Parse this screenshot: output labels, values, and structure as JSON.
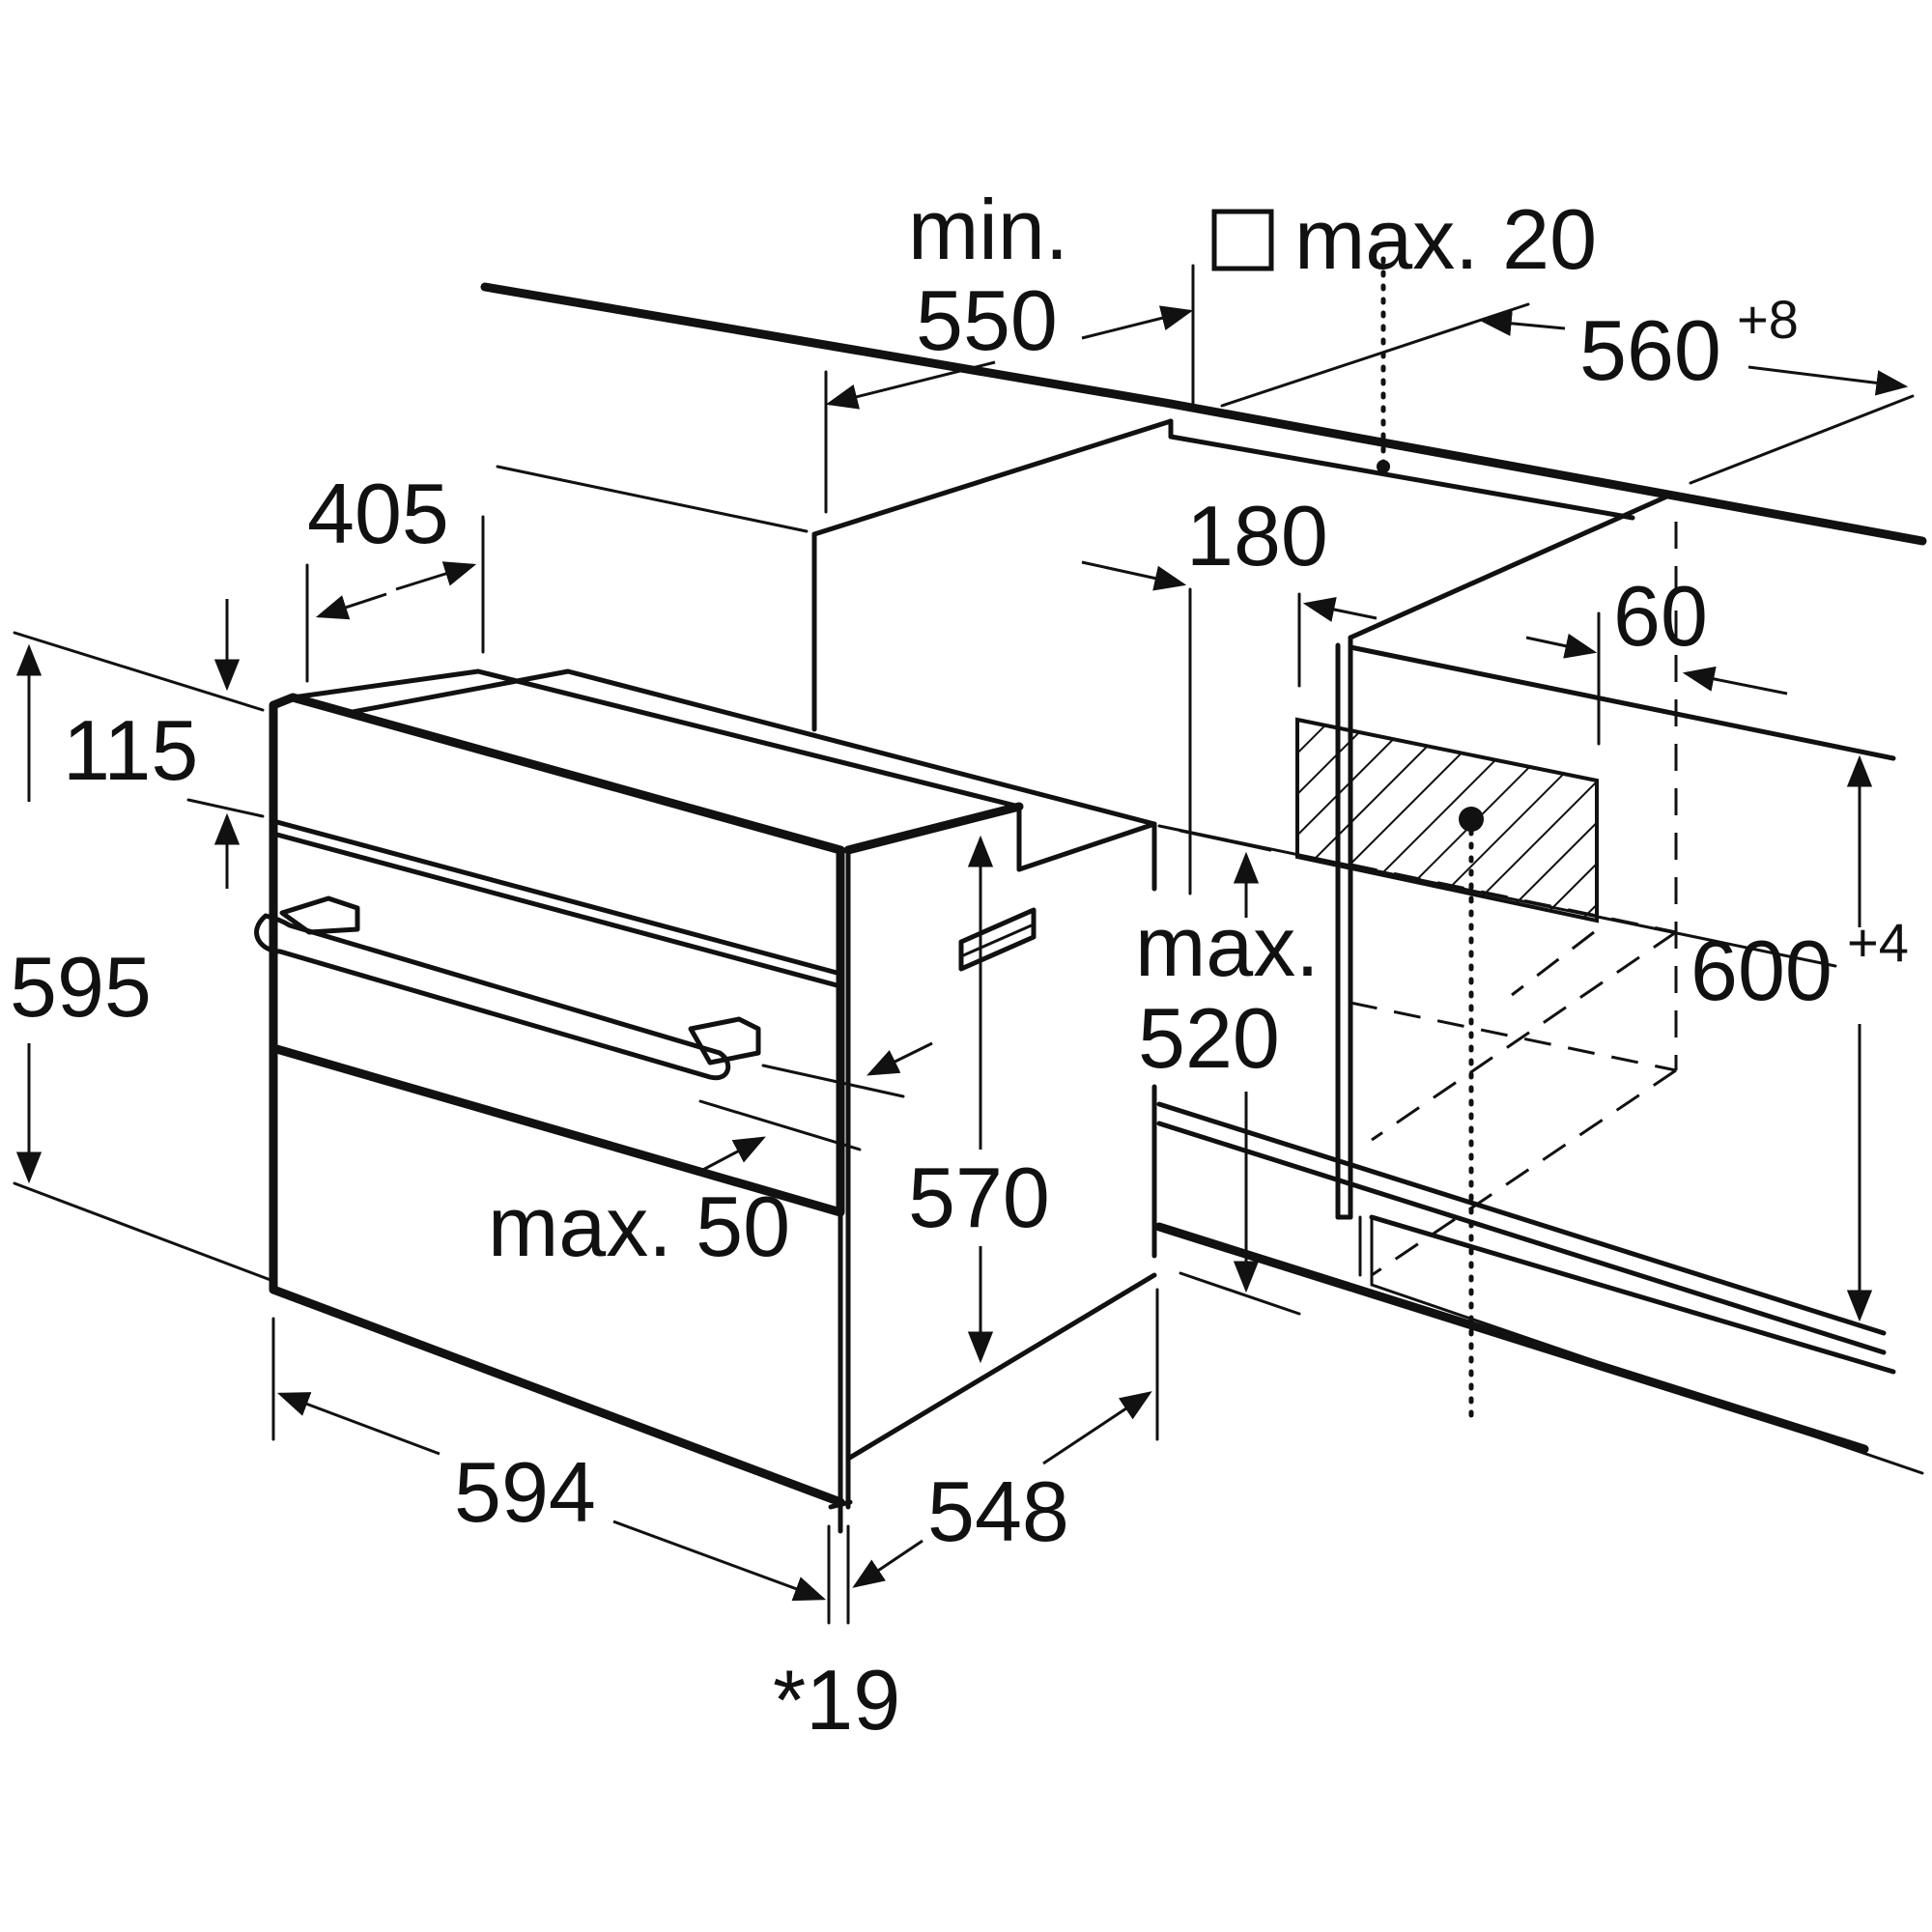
{
  "diagram": {
    "labels": {
      "min_label": "min.",
      "min_value": "550",
      "max20": "max. 20",
      "cutout_width": "560",
      "cutout_width_tol": "+8",
      "depth_405": "405",
      "height_115": "115",
      "height_595": "595",
      "depth_180": "180",
      "offset_60": "60",
      "max_label": "max.",
      "max_520": "520",
      "cutout_height": "600",
      "cutout_height_tol": "+4",
      "max50": "max. 50",
      "height_570": "570",
      "width_594": "594",
      "depth_548": "548",
      "note_19": "*19"
    }
  }
}
